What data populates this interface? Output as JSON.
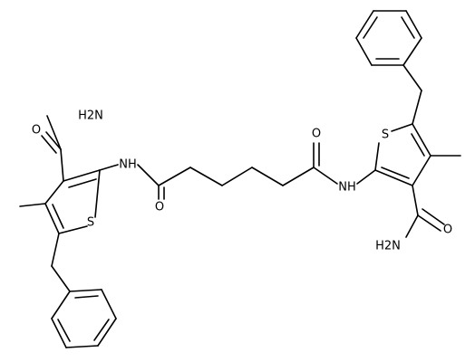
{
  "molecule": {
    "atoms": [
      {
        "id": "O_amide_left",
        "label": "O"
      },
      {
        "id": "N_amide_left",
        "label": "H2N"
      },
      {
        "id": "S_left",
        "label": "S"
      },
      {
        "id": "NH_left",
        "label": "NH"
      },
      {
        "id": "O_link_left",
        "label": "O"
      },
      {
        "id": "O_link_right",
        "label": "O"
      },
      {
        "id": "NH_right",
        "label": "NH"
      },
      {
        "id": "S_right",
        "label": "S"
      },
      {
        "id": "O_amide_right",
        "label": "O"
      },
      {
        "id": "N_amide_right",
        "label": "H2N"
      }
    ]
  }
}
